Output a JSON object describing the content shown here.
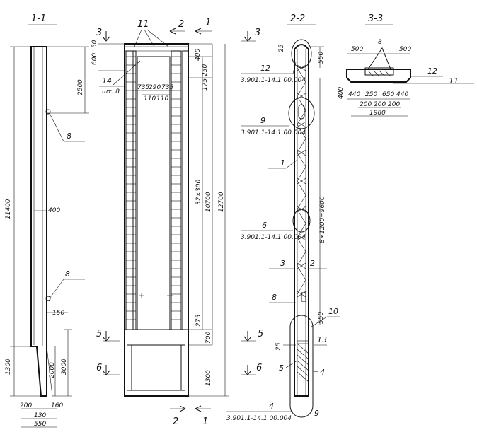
{
  "sections": {
    "s11": "1-1",
    "s22": "2-2",
    "s33": "3-3"
  },
  "section1": {
    "dim_2500": "2500",
    "dim_11400": "11400",
    "dim_400": "400",
    "dim_3000": "3000",
    "dim_2000": "2000",
    "dim_1300": "1300",
    "dim_150": "150",
    "dim_200": "200",
    "dim_130": "130",
    "dim_160": "160",
    "dim_550": "550",
    "ref_8a": "8",
    "ref_8b": "8"
  },
  "elevation": {
    "cut3": "3",
    "cut2_top": "2",
    "cut1_top": "1",
    "cut5": "5",
    "cut6": "6",
    "cut2_bot": "2",
    "cut1_bot": "1",
    "ref11": "11",
    "ref14": "14",
    "pcs": "шт. 8",
    "dim_600": "600",
    "dim_50": "50",
    "dim_400t": "400",
    "dim_250": "250",
    "dim_175": "175",
    "dim_735a": "735",
    "dim_290": "290",
    "dim_735b": "735",
    "dim_110a": "110",
    "dim_110b": "110",
    "dim_32x300": "32×300",
    "dim_10700": "10700",
    "dim_12700": "12700",
    "dim_275": "275",
    "dim_700": "700",
    "dim_1300": "1300"
  },
  "section2": {
    "dim_25a": "25",
    "dim_550t": "550",
    "ref12": "12",
    "ref12_code": "3.901.1-14.1 00.004",
    "ref9": "9",
    "ref9_code": "3.901.1-14.1 00.004",
    "ref1": "1",
    "dim_8x1200": "8×1200=9600",
    "ref6": "6",
    "ref6_code": "3.901.1-14.1 00.004",
    "ref3": "3",
    "ref2": "2",
    "ref8": "8",
    "dim_550b": "550",
    "ref10": "10",
    "dim_25b": "25",
    "ref13": "13",
    "ref5": "5",
    "ref4": "4",
    "ref4b": "4",
    "ref4_code": "3.901.1-14.1 00.004",
    "ref9b": "9"
  },
  "section3": {
    "dim_500a": "500",
    "dim_8": "8",
    "dim_500b": "500",
    "ref12": "12",
    "ref11": "11",
    "dim_400": "400",
    "dim_440a": "440",
    "dim_250": "250",
    "dim_650": "650",
    "dim_440b": "440",
    "dim_200a": "200",
    "dim_200b": "200",
    "dim_200c": "200",
    "dim_1980": "1980"
  }
}
